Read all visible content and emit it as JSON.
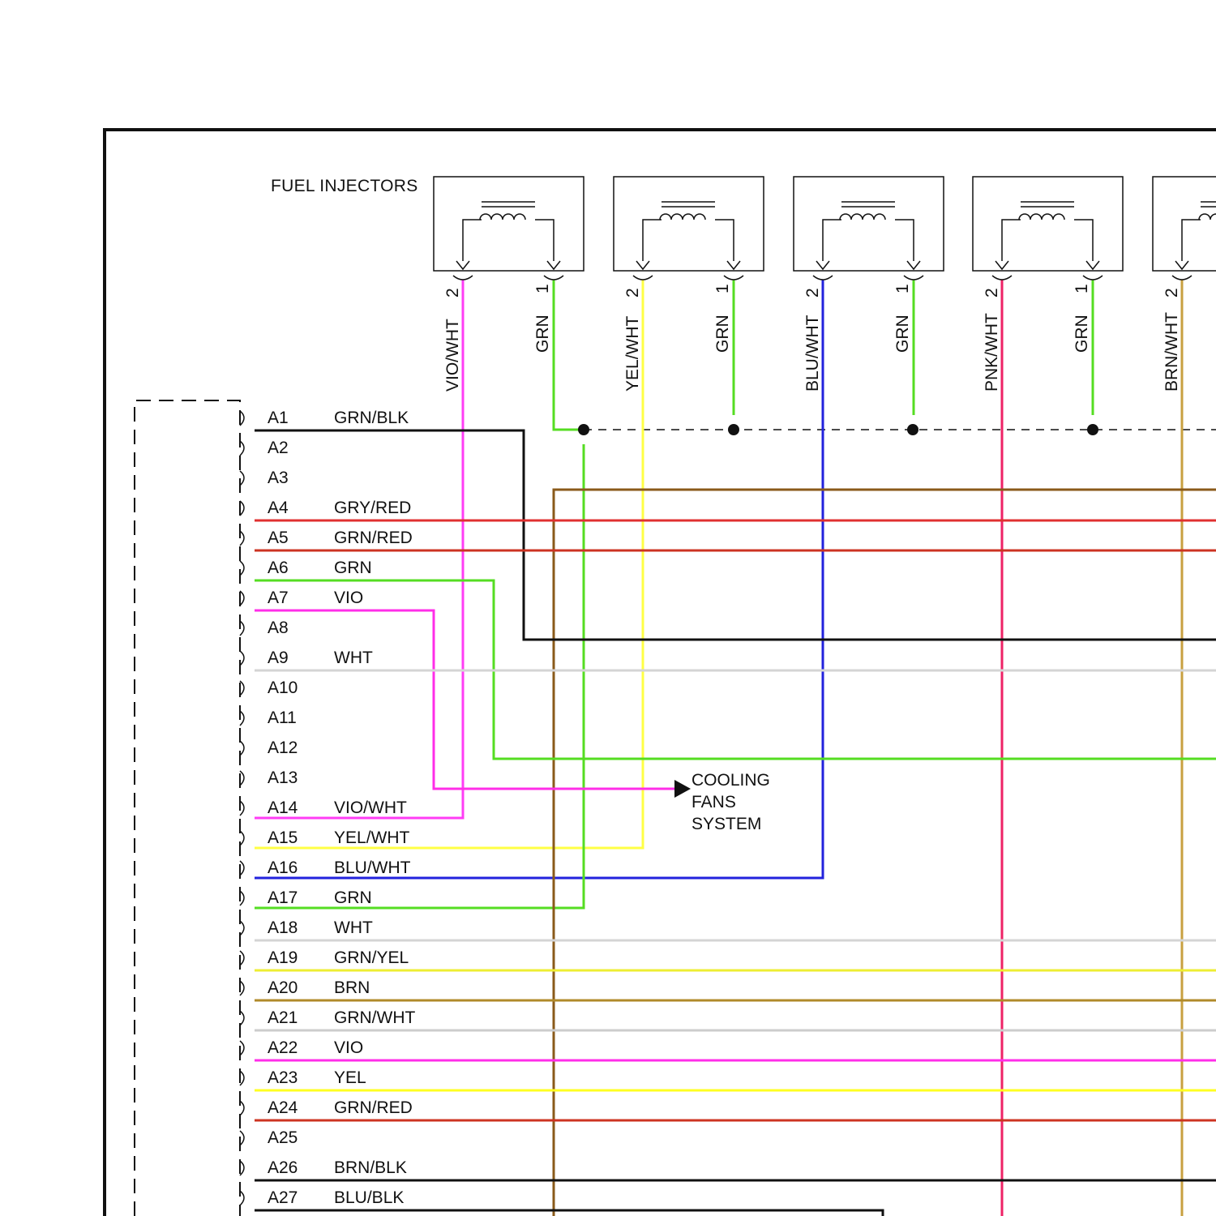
{
  "title": "FUEL INJECTORS",
  "cooling_label": [
    "COOLING",
    "FANS",
    "SYSTEM"
  ],
  "injectors": [
    {
      "pin2": "2",
      "pin1": "1",
      "wire2": "VIO/WHT",
      "wire1": "GRN",
      "color2": "#ff3df5",
      "color1": "#55dd22"
    },
    {
      "pin2": "2",
      "pin1": "1",
      "wire2": "YEL/WHT",
      "wire1": "GRN",
      "color2": "#ffff44",
      "color1": "#55dd22"
    },
    {
      "pin2": "2",
      "pin1": "1",
      "wire2": "BLU/WHT",
      "wire1": "GRN",
      "color2": "#2222dd",
      "color1": "#55dd22"
    },
    {
      "pin2": "2",
      "pin1": "1",
      "wire2": "PNK/WHT",
      "wire1": "GRN",
      "color2": "#ee2266",
      "color1": "#55dd22"
    },
    {
      "pin2": "2",
      "pin1": "",
      "wire2": "BRN/WHT",
      "wire1": "",
      "color2": "#c8a040",
      "color1": "#55dd22"
    }
  ],
  "pins": [
    {
      "id": "A1",
      "wire": "GRN/BLK",
      "color": "#2a9a2a",
      "stripe": "#111111"
    },
    {
      "id": "A2",
      "wire": "",
      "color": "",
      "stripe": ""
    },
    {
      "id": "A3",
      "wire": "",
      "color": "",
      "stripe": ""
    },
    {
      "id": "A4",
      "wire": "GRY/RED",
      "color": "#d0a0a0",
      "stripe": "#e03030"
    },
    {
      "id": "A5",
      "wire": "GRN/RED",
      "color": "#55dd22",
      "stripe": "#cc3322"
    },
    {
      "id": "A6",
      "wire": "GRN",
      "color": "#55dd22",
      "stripe": ""
    },
    {
      "id": "A7",
      "wire": "VIO",
      "color": "#ff2ee8",
      "stripe": ""
    },
    {
      "id": "A8",
      "wire": "",
      "color": "",
      "stripe": ""
    },
    {
      "id": "A9",
      "wire": "WHT",
      "color": "#d4d4d4",
      "stripe": ""
    },
    {
      "id": "A10",
      "wire": "",
      "color": "",
      "stripe": ""
    },
    {
      "id": "A11",
      "wire": "",
      "color": "",
      "stripe": ""
    },
    {
      "id": "A12",
      "wire": "",
      "color": "",
      "stripe": ""
    },
    {
      "id": "A13",
      "wire": "",
      "color": "",
      "stripe": ""
    },
    {
      "id": "A14",
      "wire": "VIO/WHT",
      "color": "#ff3df5",
      "stripe": ""
    },
    {
      "id": "A15",
      "wire": "YEL/WHT",
      "color": "#ffff44",
      "stripe": ""
    },
    {
      "id": "A16",
      "wire": "BLU/WHT",
      "color": "#2222dd",
      "stripe": ""
    },
    {
      "id": "A17",
      "wire": "GRN",
      "color": "#55dd22",
      "stripe": ""
    },
    {
      "id": "A18",
      "wire": "WHT",
      "color": "#d4d4d4",
      "stripe": ""
    },
    {
      "id": "A19",
      "wire": "GRN/YEL",
      "color": "#66dd22",
      "stripe": "#eeee33"
    },
    {
      "id": "A20",
      "wire": "BRN",
      "color": "#b08a2a",
      "stripe": ""
    },
    {
      "id": "A21",
      "wire": "GRN/WHT",
      "color": "#55dd22",
      "stripe": "#cccccc"
    },
    {
      "id": "A22",
      "wire": "VIO",
      "color": "#ff2ee8",
      "stripe": ""
    },
    {
      "id": "A23",
      "wire": "YEL",
      "color": "#ffff22",
      "stripe": ""
    },
    {
      "id": "A24",
      "wire": "GRN/RED",
      "color": "#55dd22",
      "stripe": "#cc3322"
    },
    {
      "id": "A25",
      "wire": "",
      "color": "",
      "stripe": ""
    },
    {
      "id": "A26",
      "wire": "BRN/BLK",
      "color": "#b08a2a",
      "stripe": "#111111"
    },
    {
      "id": "A27",
      "wire": "BLU/BLK",
      "color": "#2222dd",
      "stripe": "#111111"
    }
  ]
}
